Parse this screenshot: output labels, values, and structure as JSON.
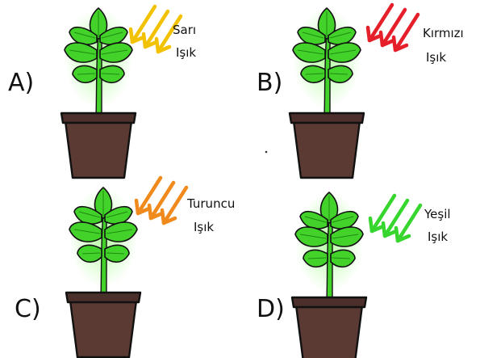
{
  "panels": [
    {
      "letter": "A)",
      "light_name": "Sarı",
      "light_word": "Işık",
      "arrow_color": "#f2c200"
    },
    {
      "letter": "B)",
      "light_name": "Kırmızı",
      "light_word": "Işık",
      "arrow_color": "#e5202a"
    },
    {
      "letter": "C)",
      "light_name": "Turuncu",
      "light_word": "Işık",
      "arrow_color": "#f08a1c"
    },
    {
      "letter": "D)",
      "light_name": "Yeşil",
      "light_word": "Işık",
      "arrow_color": "#36d62e"
    }
  ],
  "colors": {
    "leaf": "#43d22a",
    "leaf_dark": "#1f8a12",
    "pot": "#5a3a33",
    "pot_rim": "#4a2f2a",
    "outline": "#111111"
  }
}
